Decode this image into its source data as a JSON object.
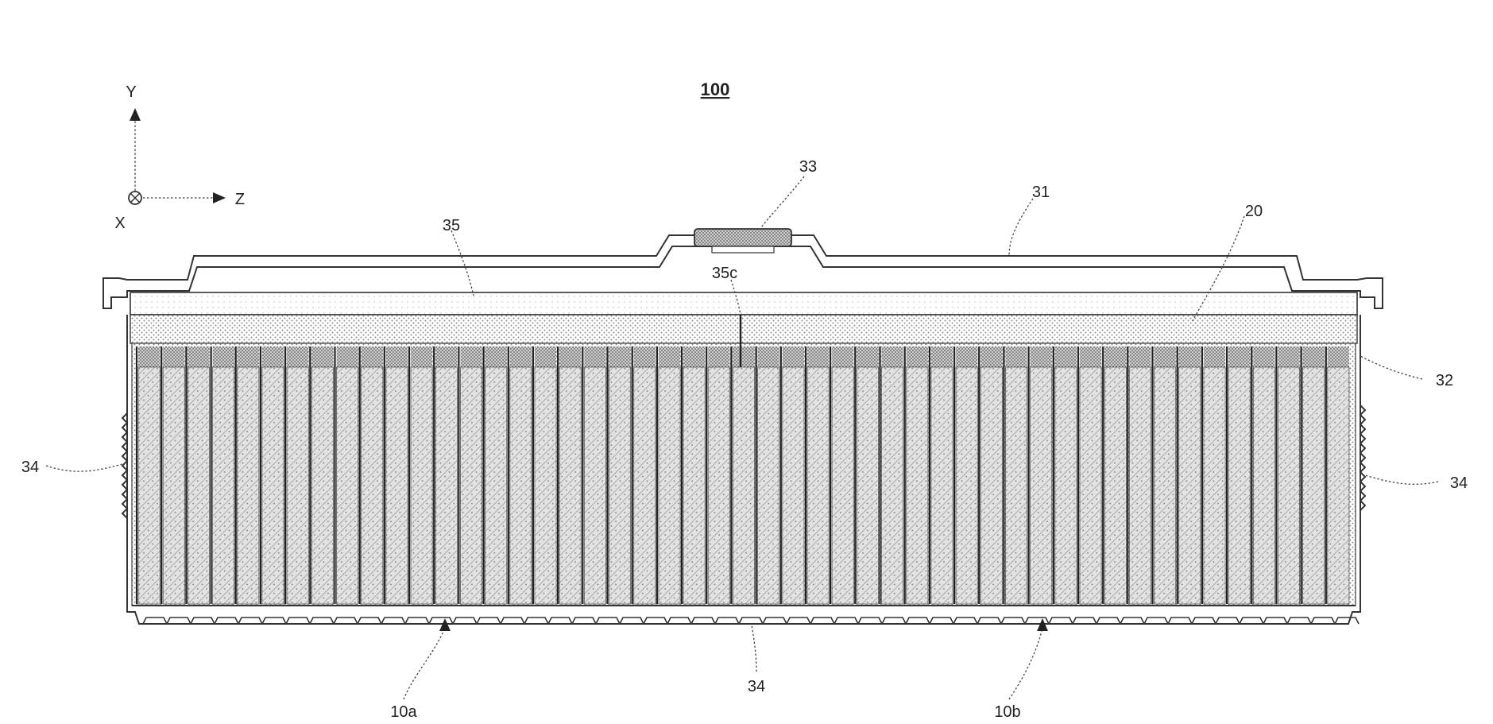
{
  "figure": {
    "title": "100",
    "axes": {
      "y": "Y",
      "z": "Z",
      "x": "X"
    },
    "labels": {
      "cover": "33",
      "upper_case": "31",
      "top_plate": "35",
      "plate_slit": "35c",
      "busbar_layer": "20",
      "lower_case": "32",
      "rib_left": "34",
      "rib_right": "34",
      "rib_bottom": "34",
      "cell_group_a": "10a",
      "cell_group_b": "10b"
    }
  },
  "colors": {
    "line": "#333333",
    "stipple": "#9a9a9a",
    "dense": "#6e6e6e",
    "background": "#ffffff"
  },
  "cells": {
    "count": 49
  }
}
